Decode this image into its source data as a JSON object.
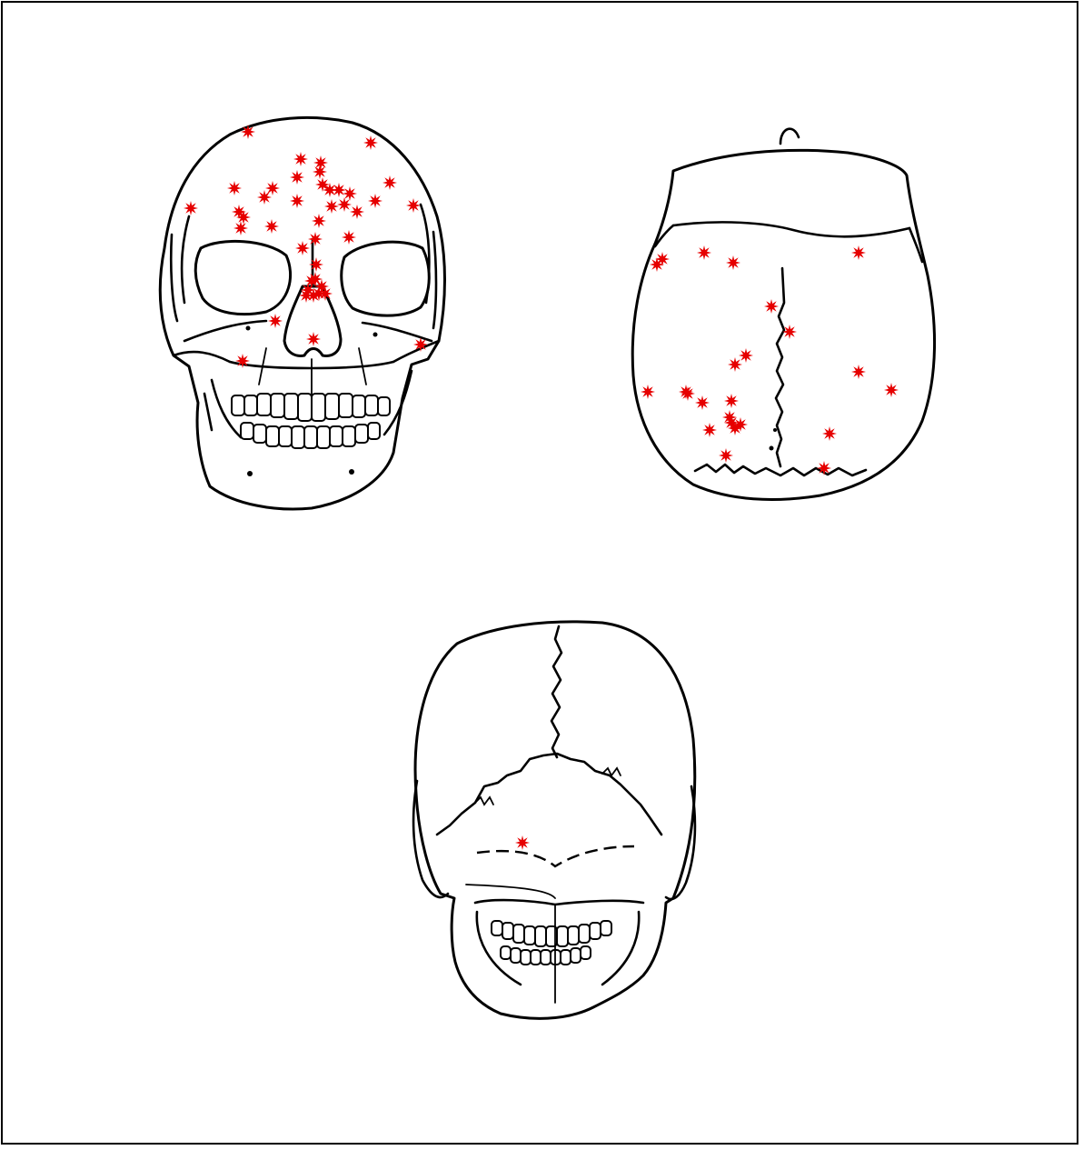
{
  "figure": {
    "views": [
      {
        "id": "frontal",
        "label": "",
        "marker_count": 42
      },
      {
        "id": "superior",
        "label": "",
        "marker_count": 24
      },
      {
        "id": "posterior",
        "label": "",
        "marker_count": 1
      }
    ]
  },
  "colors": {
    "marker": "#e60000",
    "outline": "#000000",
    "background": "#ffffff"
  },
  "icons": {
    "marker": "red-star-marker"
  }
}
